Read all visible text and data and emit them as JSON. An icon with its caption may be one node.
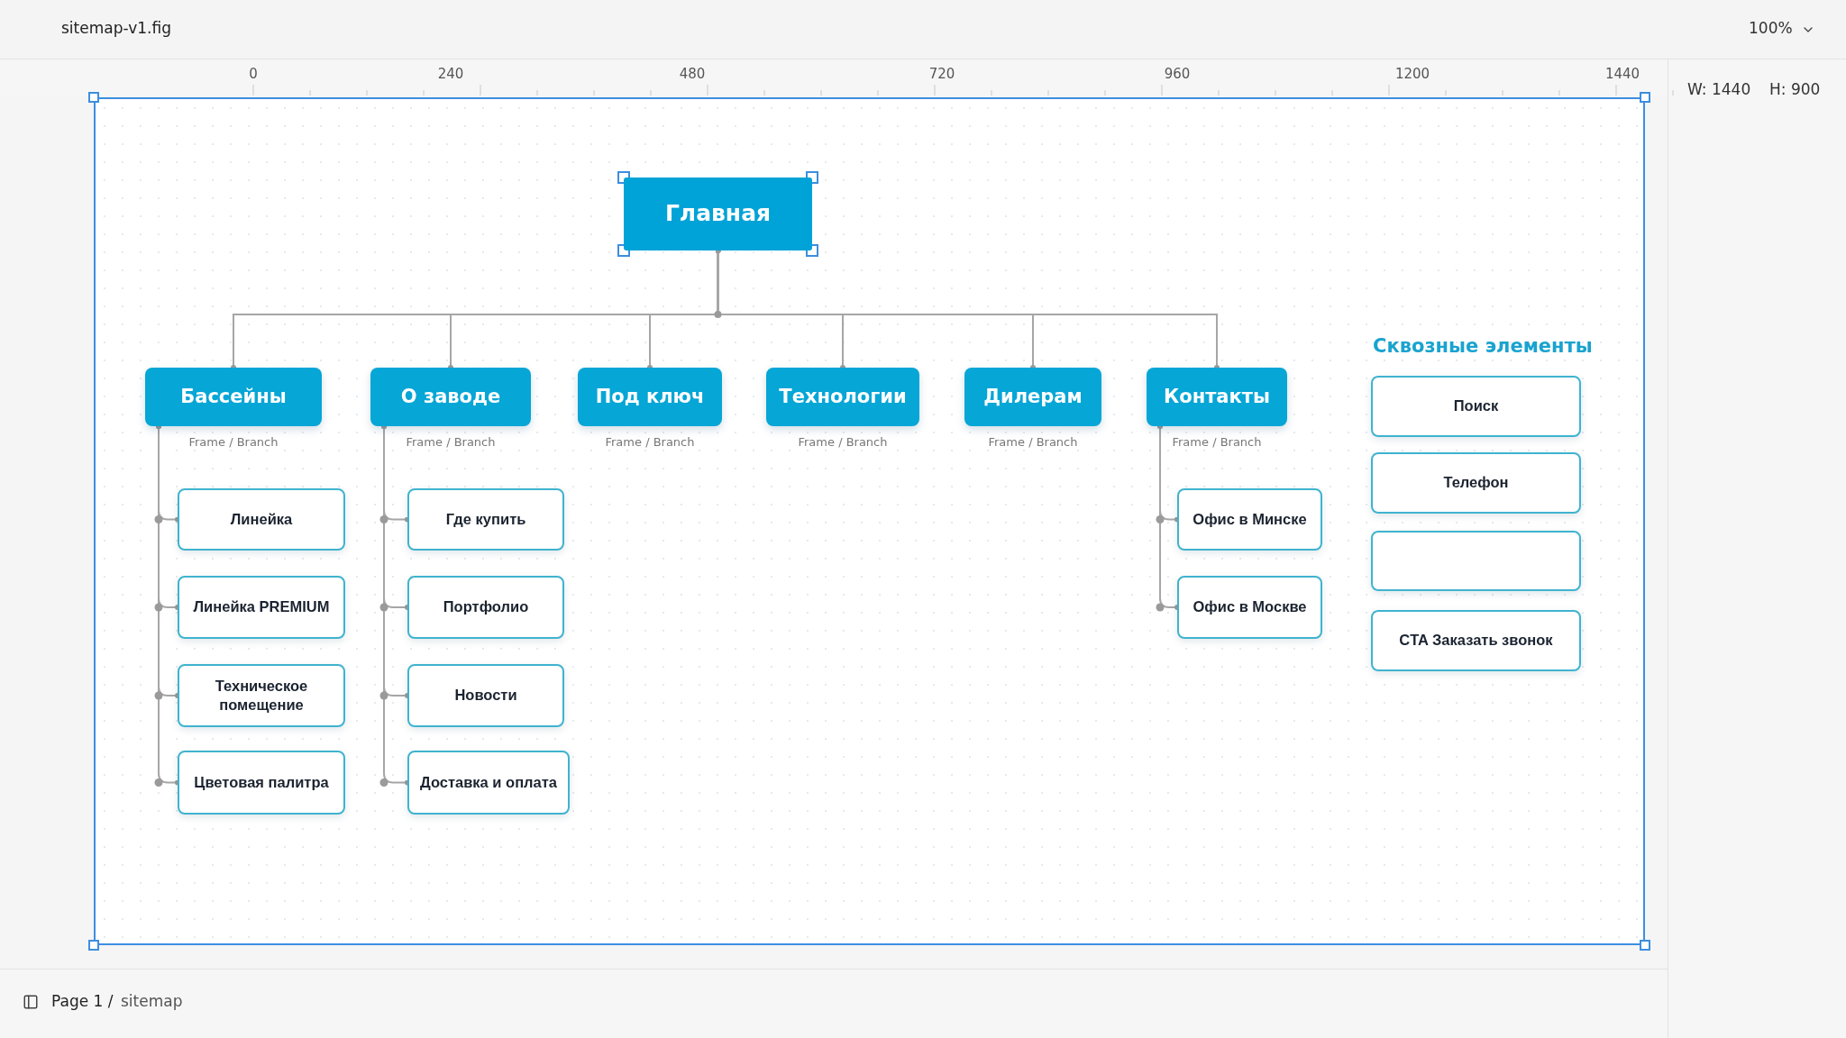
{
  "diagram": {
    "nodes": [
      {
        "text": [
          "Главная"
        ]
      },
      {
        "text": [
          "Бассейны"
        ],
        "beside": [
          "Frame / Branch"
        ]
      },
      {
        "text": [
          "О заводе"
        ],
        "beside": [
          "Frame / Branch"
        ]
      },
      {
        "text": [
          "Под ключ"
        ],
        "beside": [
          "Frame / Branch"
        ]
      },
      {
        "text": [
          "Технологии"
        ],
        "beside": [
          "Frame / Branch"
        ]
      },
      {
        "text": [
          "Дилерам"
        ],
        "beside": [
          "Frame / Branch"
        ]
      },
      {
        "text": [
          "Контакты"
        ],
        "beside": [
          "Frame / Branch"
        ]
      },
      {
        "text": [
          "Линейка"
        ]
      },
      {
        "text": [
          "Линейка PREMIUM"
        ]
      },
      {
        "text": [
          "Техническое помещение"
        ]
      },
      {
        "text": [
          "Цветовая палитра"
        ]
      },
      {
        "text": [
          "Где купить"
        ]
      },
      {
        "text": [
          "Портфолио"
        ]
      },
      {
        "text": [
          "Новости"
        ]
      },
      {
        "text": [
          "Доставка и оплата"
        ]
      },
      {
        "text": [
          "Офис в Минске"
        ]
      },
      {
        "text": [
          "Офис в Москве"
        ]
      },
      {
        "text": [
          "Поиск"
        ]
      },
      {
        "text": [
          "Телефон"
        ]
      },
      {
        "text": [],
        "shape": "box"
      },
      {
        "text": [
          "CTA Заказать звонок"
        ]
      }
    ],
    "edges": [
      {
        "from": 0,
        "to": 1,
        "arrow": "other"
      },
      {
        "from": 0,
        "to": 2,
        "arrow": "other"
      },
      {
        "from": 0,
        "to": 3,
        "arrow": "other"
      },
      {
        "from": 0,
        "to": 4,
        "arrow": "other"
      },
      {
        "from": 0,
        "to": 5,
        "arrow": "other"
      },
      {
        "from": 0,
        "to": 6,
        "arrow": "other"
      },
      {
        "from": 1,
        "to": 7,
        "arrow": "other"
      },
      {
        "from": 1,
        "to": 8,
        "arrow": "other"
      },
      {
        "from": 1,
        "to": 9,
        "arrow": "other"
      },
      {
        "from": 1,
        "to": 10,
        "arrow": "other"
      },
      {
        "from": 2,
        "to": 11,
        "arrow": "other"
      },
      {
        "from": 2,
        "to": 12,
        "arrow": "other"
      },
      {
        "from": 2,
        "to": 13,
        "arrow": "other"
      },
      {
        "from": 2,
        "to": 14,
        "arrow": "other"
      },
      {
        "from": 6,
        "to": 15,
        "arrow": "other"
      },
      {
        "from": 6,
        "to": 16,
        "arrow": "other"
      }
    ],
    "labels": [
      "sitemap-v1.fig",
      "100%",
      "0",
      "240",
      "480",
      "720",
      "960",
      "1200",
      "1440",
      "W: 1440",
      "H: 900",
      "Сквозные элементы",
      "Page 1 /",
      "sitemap"
    ]
  }
}
